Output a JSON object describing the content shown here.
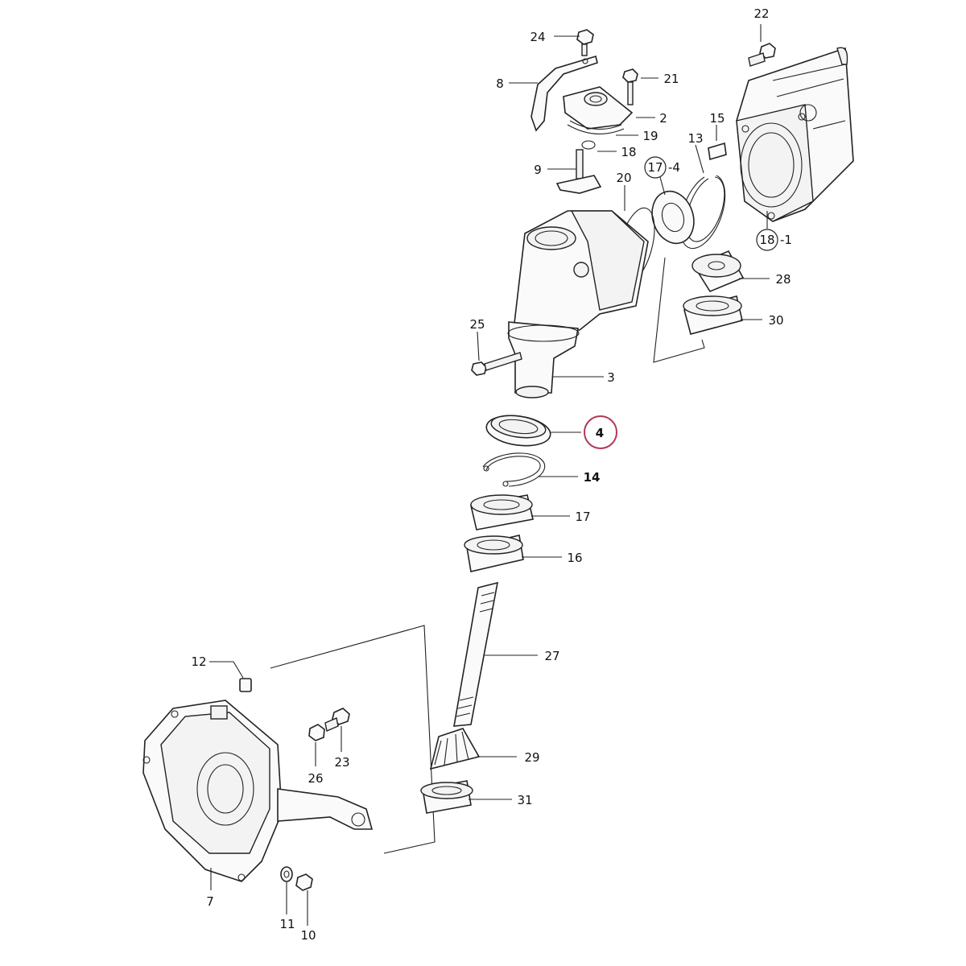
{
  "diagram": {
    "highlight_color": "#b03a56",
    "callouts": {
      "c2": "2",
      "c3": "3",
      "c4": "4",
      "c7": "7",
      "c8": "8",
      "c9": "9",
      "c10": "10",
      "c11": "11",
      "c12": "12",
      "c13": "13",
      "c14": "14",
      "c15": "15",
      "c16": "16",
      "c17": "17",
      "c18": "18",
      "c19": "19",
      "c20": "20",
      "c21": "21",
      "c22": "22",
      "c23": "23",
      "c24": "24",
      "c25": "25",
      "c26": "26",
      "c27": "27",
      "c28": "28",
      "c29": "29",
      "c30": "30",
      "c31": "31",
      "c17_4_num": "17",
      "c17_4_suffix": "-4",
      "c18_1_num": "18",
      "c18_1_suffix": "-1"
    }
  }
}
